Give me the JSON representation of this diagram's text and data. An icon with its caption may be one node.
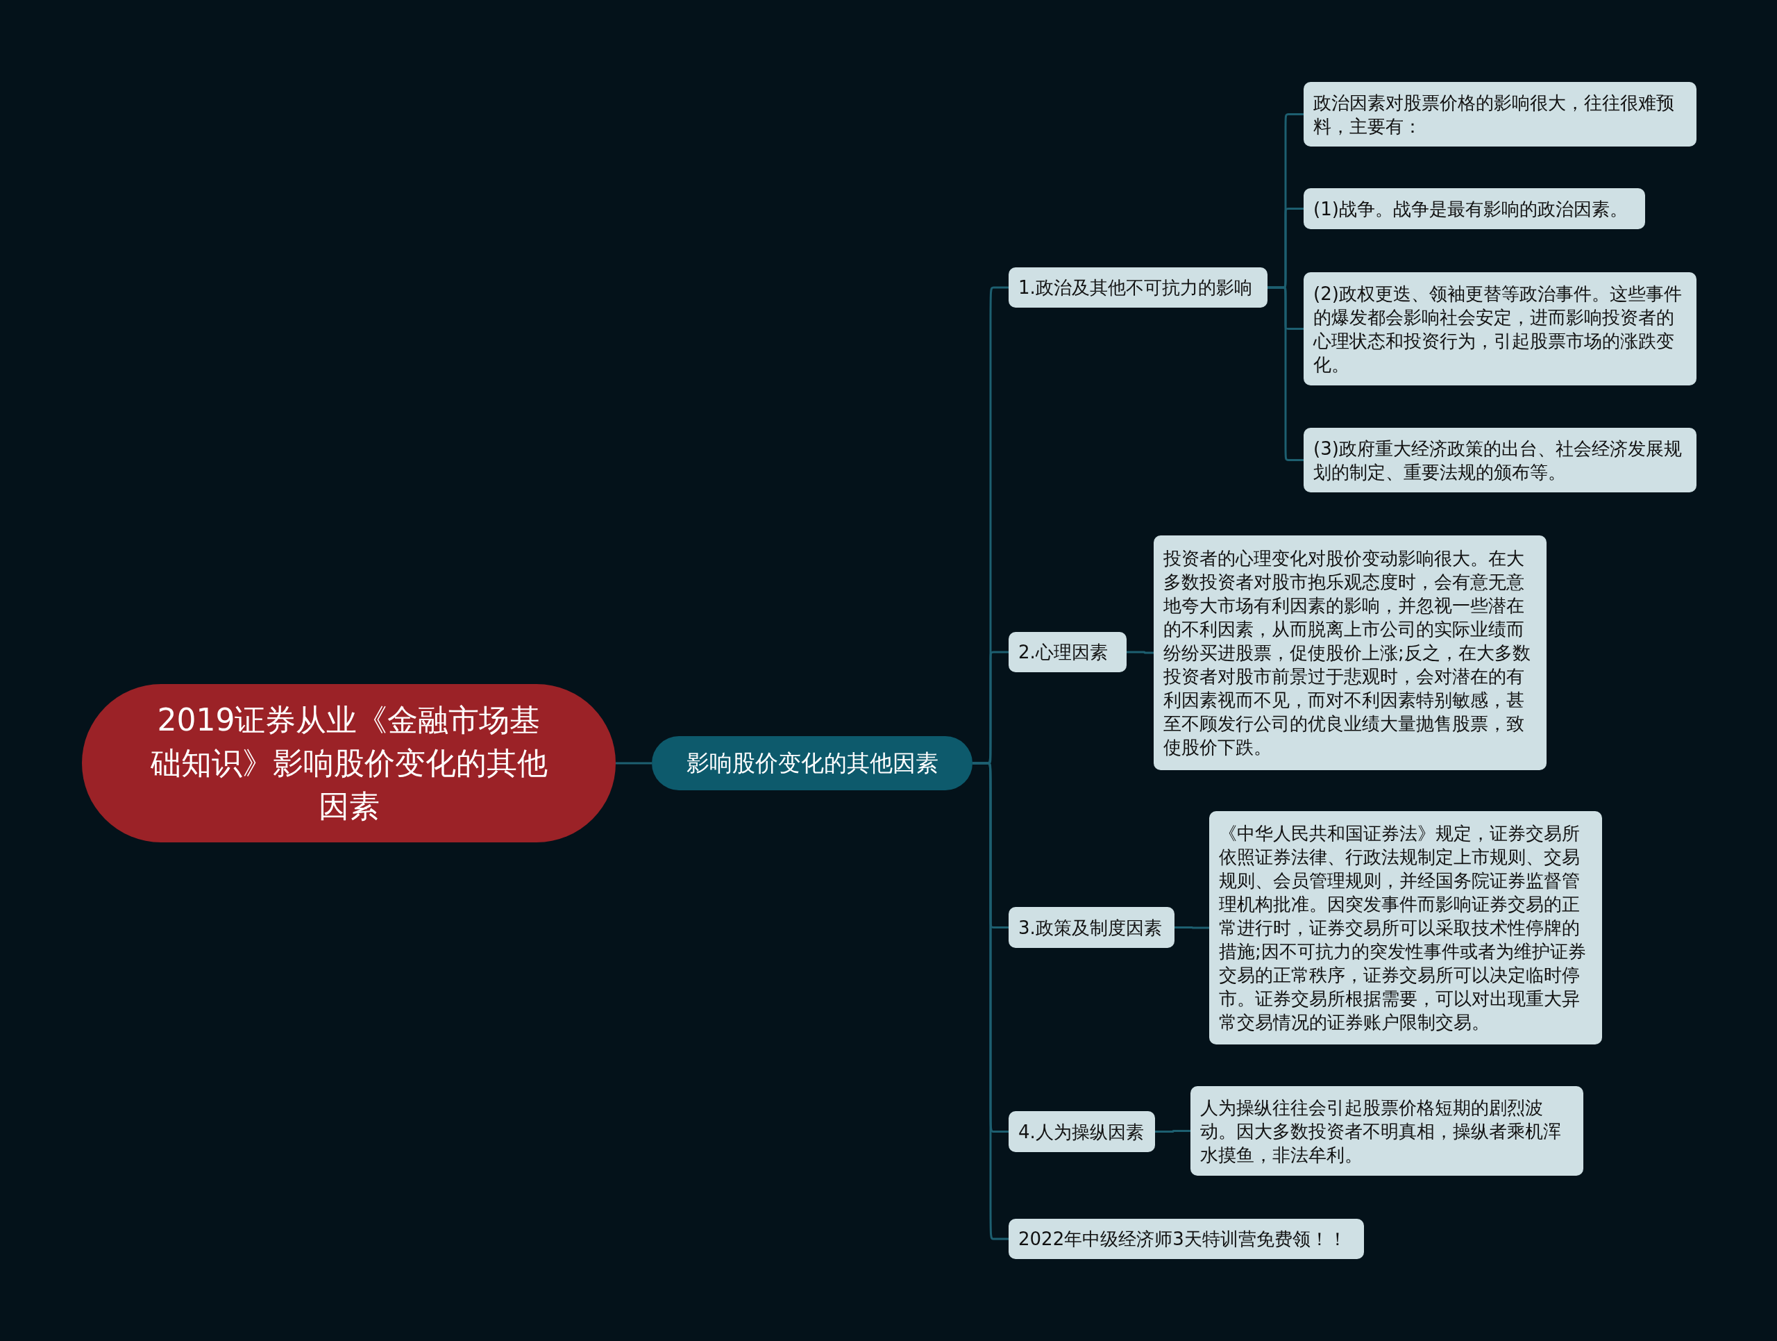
{
  "diagram": {
    "nodes": [
      {
        "text": [
          "2019证券从业《金融市场基础知识》影响股价变化的其他因素"
        ]
      },
      {
        "text": [
          "影响股价变化的其他因素"
        ]
      },
      {
        "text": [
          "1.政治及其他不可抗力的影响"
        ]
      },
      {
        "text": [
          "政治因素对股票价格的影响很大，往往很难预料，主要有："
        ]
      },
      {
        "text": [
          "(1)战争。战争是最有影响的政治因素。"
        ]
      },
      {
        "text": [
          "(2)政权更迭、领袖更替等政治事件。这些事件的爆发都会影响社会安定，进而影响投资者的心理状态和投资行为，引起股票市场的涨跌变化。"
        ]
      },
      {
        "text": [
          "(3)政府重大经济政策的出台、社会经济发展规划的制定、重要法规的颁布等。"
        ]
      },
      {
        "text": [
          "2.心理因素"
        ]
      },
      {
        "text": [
          "投资者的心理变化对股价变动影响很大。在大多数投资者对股市抱乐观态度时，会有意无意地夸大市场有利因素的影响，并忽视一些潜在的不利因素，从而脱离上市公司的实际业绩而纷纷买进股票，促使股价上涨;反之，在大多数投资者对股市前景过于悲观时，会对潜在的有利因素视而不见，而对不利因素特别敏感，甚至不顾发行公司的优良业绩大量抛售股票，致使股价下跌。"
        ]
      },
      {
        "text": [
          "3.政策及制度因素"
        ]
      },
      {
        "text": [
          "《中华人民共和国证券法》规定，证券交易所依照证券法律、行政法规制定上市规则、交易规则、会员管理规则，并经国务院证券监督管理机构批准。因突发事件而影响证券交易的正常进行时，证券交易所可以采取技术性停牌的措施;因不可抗力的突发性事件或者为维护证券交易的正常秩序，证券交易所可以决定临时停市。证券交易所根据需要，可以对出现重大异常交易情况的证券账户限制交易。"
        ]
      },
      {
        "text": [
          "4.人为操纵因素"
        ]
      },
      {
        "text": [
          "人为操纵往往会引起股票价格短期的剧烈波动。因大多数投资者不明真相，操纵者乘机浑水摸鱼，非法牟利。"
        ]
      },
      {
        "text": [
          "2022年中级经济师3天特训营免费领！！"
        ]
      }
    ],
    "edges": [
      {
        "from": 0,
        "to": 1,
        "arrow": "none"
      },
      {
        "from": 1,
        "to": 2,
        "arrow": "none"
      },
      {
        "from": 1,
        "to": 7,
        "arrow": "none"
      },
      {
        "from": 1,
        "to": 9,
        "arrow": "none"
      },
      {
        "from": 1,
        "to": 11,
        "arrow": "none"
      },
      {
        "from": 1,
        "to": 13,
        "arrow": "none"
      },
      {
        "from": 2,
        "to": 3,
        "arrow": "none"
      },
      {
        "from": 2,
        "to": 4,
        "arrow": "none"
      },
      {
        "from": 2,
        "to": 5,
        "arrow": "none"
      },
      {
        "from": 2,
        "to": 6,
        "arrow": "none"
      },
      {
        "from": 7,
        "to": 8,
        "arrow": "none"
      },
      {
        "from": 9,
        "to": 10,
        "arrow": "none"
      },
      {
        "from": 11,
        "to": 12,
        "arrow": "none"
      }
    ]
  }
}
